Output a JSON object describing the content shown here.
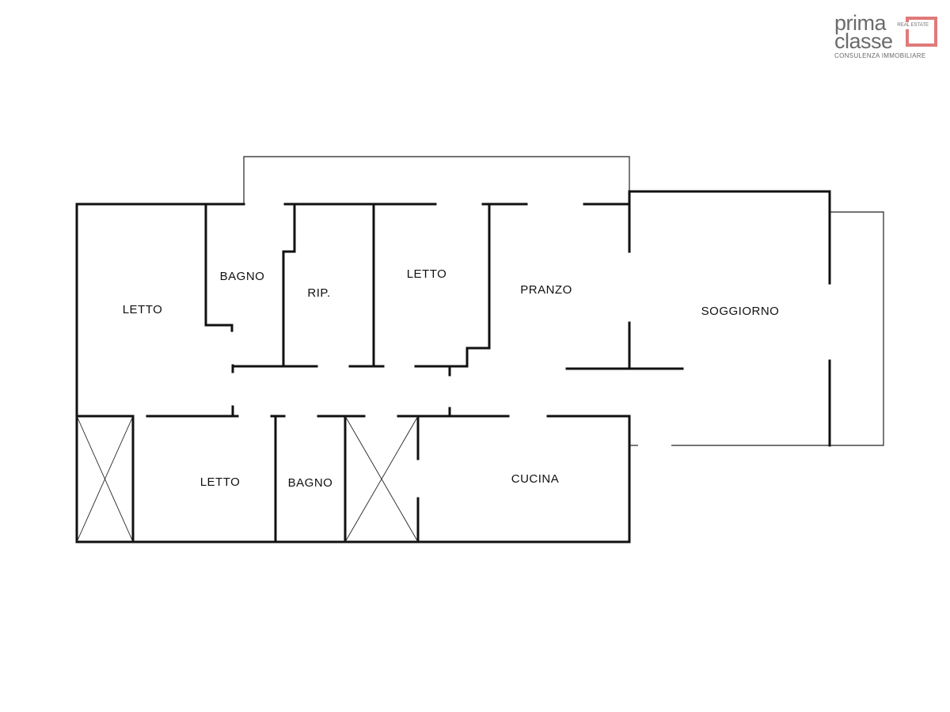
{
  "logo": {
    "brand_line1": "prima",
    "brand_line2": "classe",
    "badge_text": "REAL ESTATE",
    "tagline": "CONSULENZA IMMOBILIARE",
    "accent_color": "#e07a7a",
    "text_color": "#6b6b6b"
  },
  "rooms": {
    "letto_west": "LETTO",
    "bagno_north": "BAGNO",
    "ripostiglio": "RIP.",
    "letto_center": "LETTO",
    "pranzo": "PRANZO",
    "soggiorno": "SOGGIORNO",
    "letto_south": "LETTO",
    "bagno_south": "BAGNO",
    "cucina": "CUCINA"
  }
}
